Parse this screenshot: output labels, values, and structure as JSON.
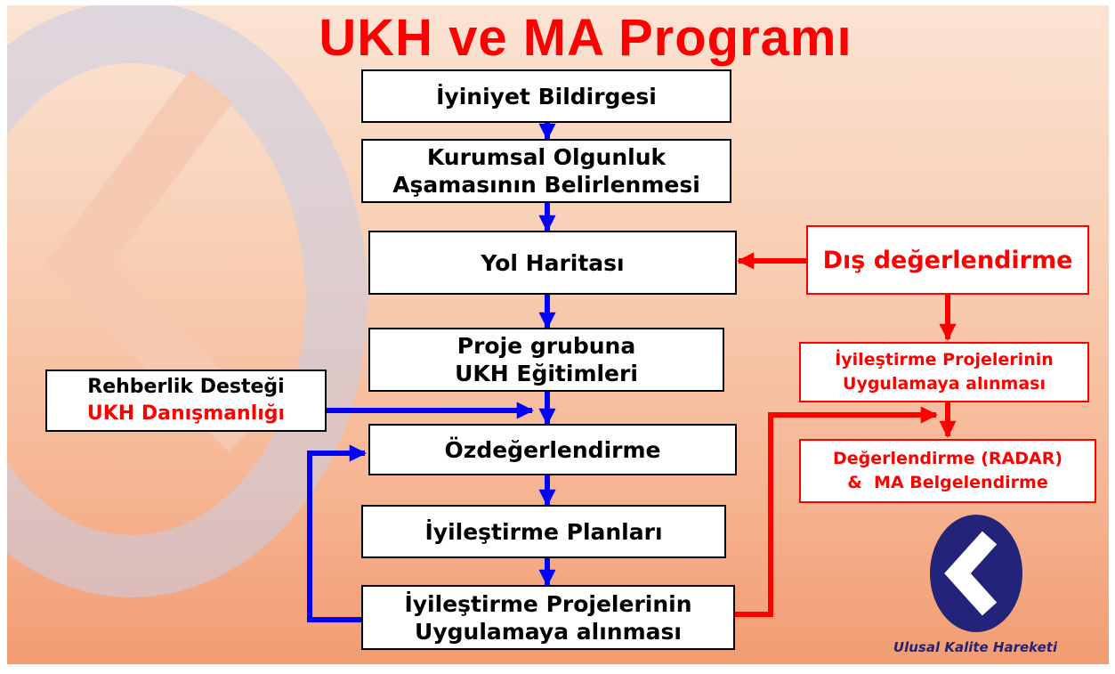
{
  "title": "UKH ve MA Programı",
  "steps": [
    "İyiniyet Bildirgesi",
    "Kurumsal Olgunluk",
    "Aşamasının Belirlenmesi",
    "Yol Haritası",
    "Proje grubuna",
    "UKH Eğitimleri",
    "Özdeğerlendirme",
    "İyileştirme Planları",
    "İyileştirme Projelerinin",
    "Uygulamaya alınması"
  ],
  "side_box": {
    "line1": "Rehberlik Desteği",
    "line2": "UKH Danışmanlığı"
  },
  "external": {
    "header": "Dış değerlendirme",
    "projects_line1": "İyileştirme Projelerinin",
    "projects_line2": "Uygulamaya alınması",
    "eval_line1": "Değerlendirme (RADAR)",
    "eval_line2": "&  MA Belgelendirme"
  },
  "logo_caption": "Ulusal Kalite Hareketi",
  "colors": {
    "title": "#ff0000",
    "flow_arrow": "#0000ff",
    "external_arrow": "#ff0000",
    "logo": "#23237a"
  }
}
